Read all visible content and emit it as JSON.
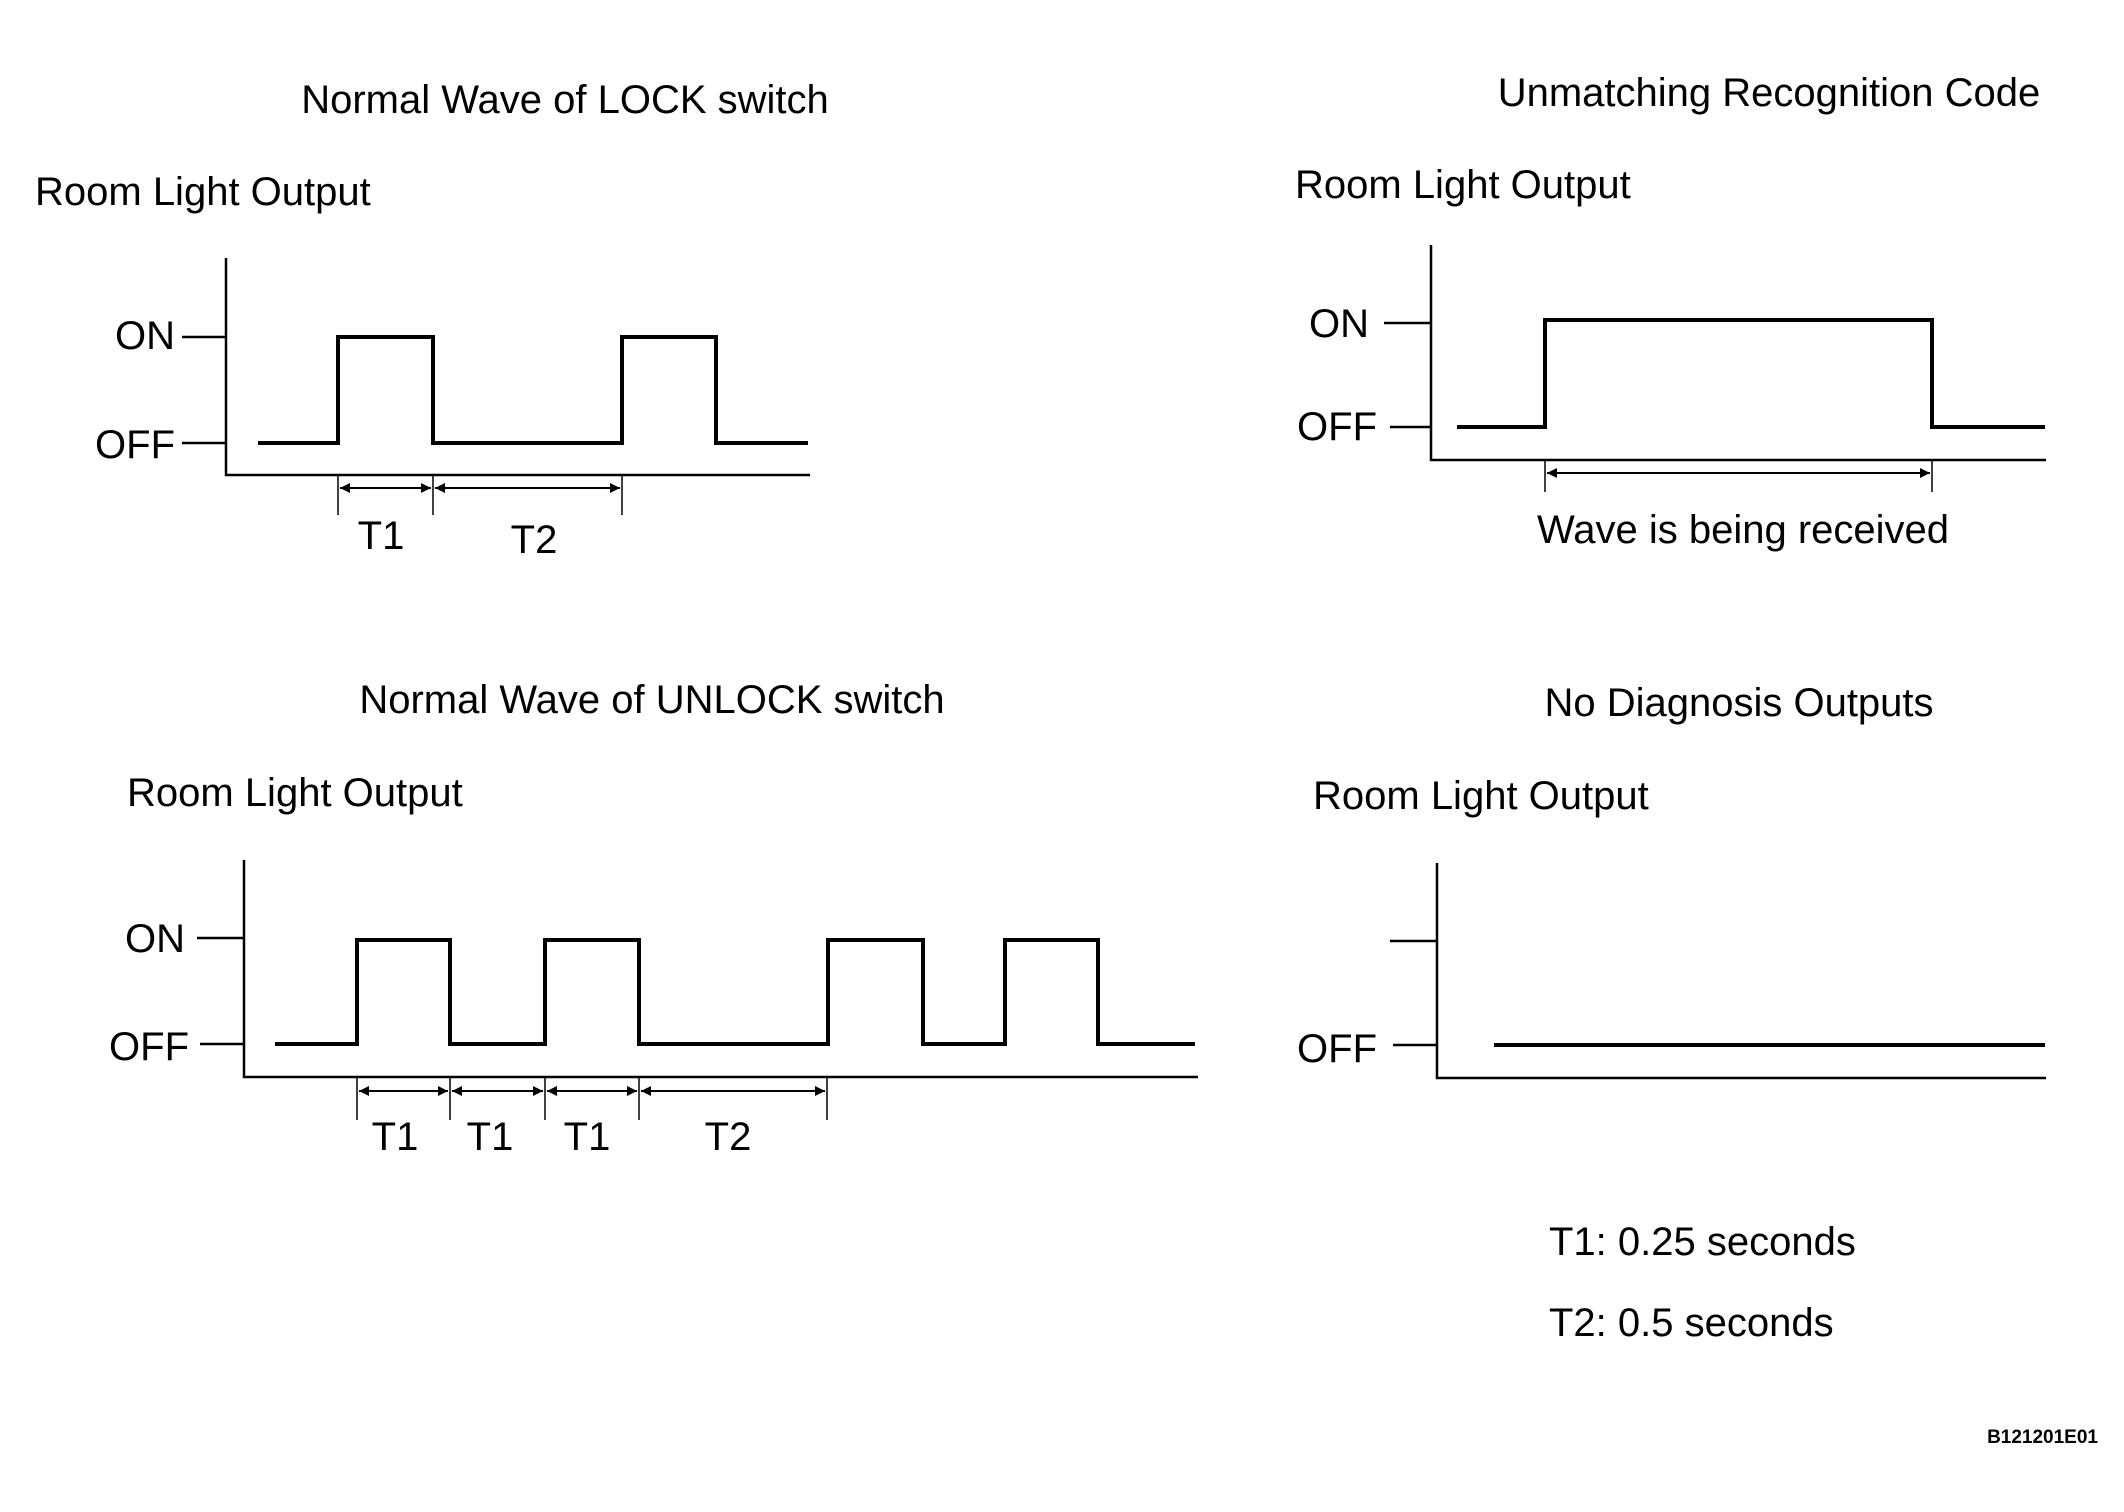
{
  "panels": {
    "lock": {
      "title": "Normal Wave of LOCK switch",
      "ylabel": "Room Light Output",
      "on_label": "ON",
      "off_label": "OFF",
      "intervals": [
        "T1",
        "T2"
      ]
    },
    "unmatch": {
      "title": "Unmatching Recognition Code",
      "ylabel": "Room Light Output",
      "on_label": "ON",
      "off_label": "OFF",
      "interval_label": "Wave is being received"
    },
    "unlock": {
      "title": "Normal Wave of UNLOCK switch",
      "ylabel": "Room Light Output",
      "on_label": "ON",
      "off_label": "OFF",
      "intervals": [
        "T1",
        "T1",
        "T1",
        "T2"
      ]
    },
    "nodiag": {
      "title": "No Diagnosis Outputs",
      "ylabel": "Room Light Output",
      "off_label": "OFF"
    }
  },
  "legend": {
    "t1": "T1: 0.25 seconds",
    "t2": "T2: 0.5 seconds"
  },
  "figure_code": "B121201E01"
}
